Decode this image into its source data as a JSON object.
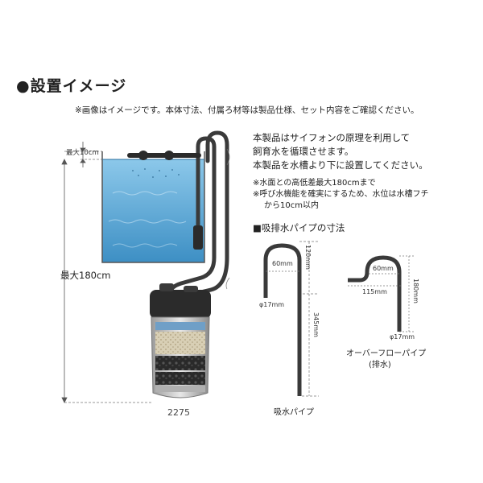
{
  "heading": {
    "bullet": "●",
    "title": "設置イメージ"
  },
  "note": "※画像はイメージです。本体寸法、付属ろ材等は製品仕様、セット内容をご確認ください。",
  "description": {
    "line1": "本製品はサイフォンの原理を利用して",
    "line2": "飼育水を循環させます。",
    "line3": "本製品を水槽より下に設置してください。",
    "note1": "※水面との高低差最大180cmまで",
    "note2": "※呼び水機能を確実にするため、水位は水槽フチ",
    "note3": "から10cm以内"
  },
  "installation": {
    "max_top_label": "最大10cm",
    "max_height_label": "最大180cm",
    "model_number": "2275"
  },
  "pipes": {
    "section_title": "■吸排水パイプの寸法",
    "intake": {
      "name": "吸水パイプ",
      "width_label": "60mm",
      "top_label": "120mm",
      "length_label": "345mm",
      "diameter_label": "φ17mm"
    },
    "overflow": {
      "name_line1": "オーバーフローパイプ",
      "name_line2": "(排水)",
      "width_label": "60mm",
      "length_label": "115mm",
      "height_label": "180mm",
      "diameter_label": "φ17mm"
    }
  },
  "colors": {
    "water": "#5aa9d6",
    "pipe": "#3a3a3a"
  }
}
